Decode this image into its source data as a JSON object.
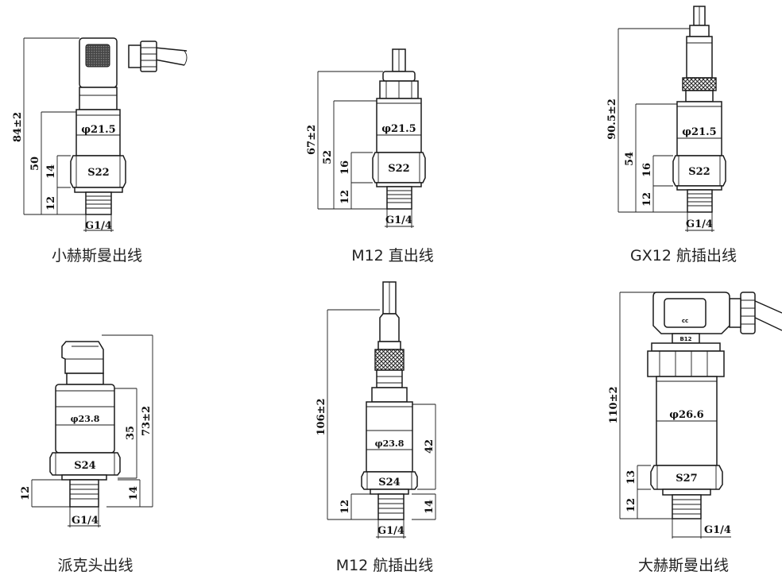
{
  "diagrams": [
    {
      "caption": "小赫斯曼出线",
      "dims": {
        "total": "84±2",
        "body": "50",
        "hex": "14",
        "thread_len": "12",
        "diameter": "φ21.5",
        "hex_label": "S22",
        "thread": "G1/4"
      }
    },
    {
      "caption": "M12 直出线",
      "dims": {
        "total": "67±2",
        "body": "52",
        "hex": "16",
        "thread_len": "12",
        "diameter": "φ21.5",
        "hex_label": "S22",
        "thread": "G1/4"
      }
    },
    {
      "caption": "GX12 航插出线",
      "dims": {
        "total": "90.5±2",
        "body": "54",
        "hex": "16",
        "thread_len": "12",
        "diameter": "φ21.5",
        "hex_label": "S22",
        "thread": "G1/4"
      }
    },
    {
      "caption": "派克头出线",
      "dims": {
        "total": "73±2",
        "body": "35",
        "hex": "14",
        "thread_len": "12",
        "diameter": "φ23.8",
        "hex_label": "S24",
        "thread": "G1/4"
      }
    },
    {
      "caption": "M12 航插出线",
      "dims": {
        "total": "106±2",
        "body": "42",
        "hex": "14",
        "thread_len": "12",
        "diameter": "φ23.8",
        "hex_label": "S24",
        "thread": "G1/4"
      }
    },
    {
      "caption": "大赫斯曼出线",
      "dims": {
        "total": "110±2",
        "hex": "13",
        "thread_len": "12",
        "diameter": "φ26.6",
        "hex_label": "S27",
        "thread": "G1/4",
        "plug_label": "B12",
        "plug_mark": "cc"
      }
    }
  ]
}
